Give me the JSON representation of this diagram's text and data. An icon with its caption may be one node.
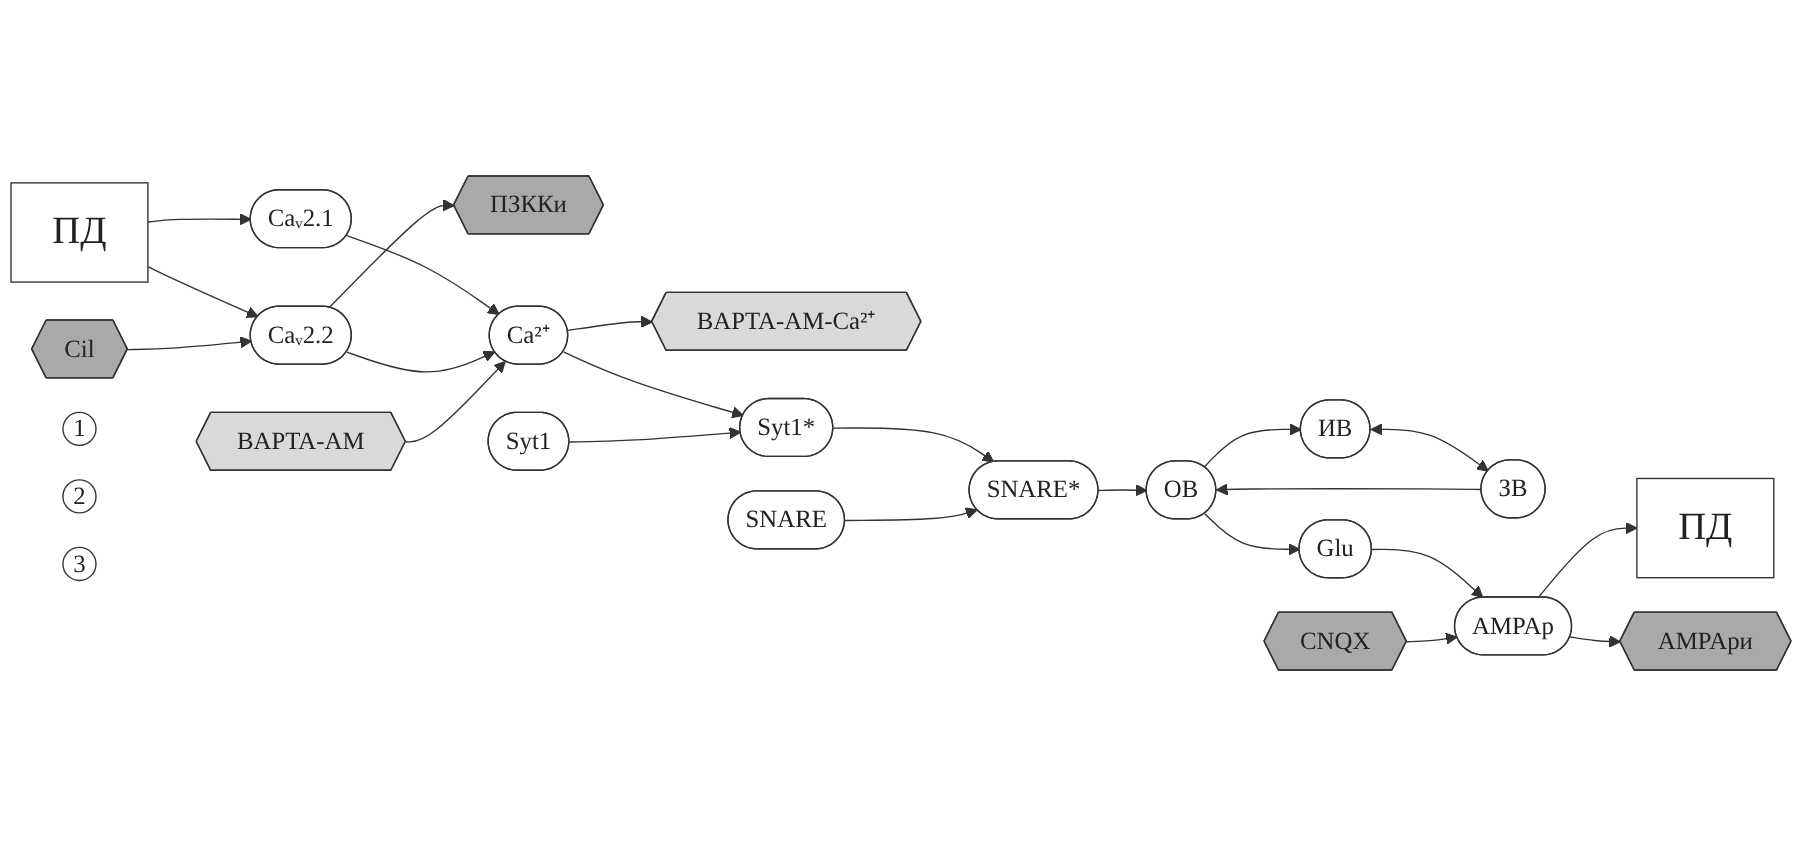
{
  "diagram": {
    "nodes": [
      {
        "text": [
          "ПД"
        ]
      },
      {
        "text": [
          "Caᵥ2.1"
        ]
      },
      {
        "text": [
          "Caᵥ2.2"
        ]
      },
      {
        "text": [
          "Cil"
        ]
      },
      {
        "text": [
          "ПЗККи"
        ]
      },
      {
        "text": [
          "1"
        ]
      },
      {
        "text": [
          "BAPTA-AM"
        ]
      },
      {
        "text": [
          "BAPTA-AM-Ca²⁺"
        ]
      },
      {
        "text": [
          "2"
        ]
      },
      {
        "text": [
          "Ca²⁺"
        ]
      },
      {
        "text": [
          "Syt1"
        ]
      },
      {
        "text": [
          "Syt1*"
        ]
      },
      {
        "text": [
          "SNARE"
        ]
      },
      {
        "text": [
          "SNARE*"
        ]
      },
      {
        "text": [
          "ЗВ"
        ]
      },
      {
        "text": [
          "ОВ"
        ]
      },
      {
        "text": [
          "ИВ"
        ]
      },
      {
        "text": [
          "Glu"
        ]
      },
      {
        "text": [
          "AMPAр"
        ]
      },
      {
        "text": [
          "AMPAри"
        ]
      },
      {
        "text": [
          "CNQX"
        ]
      },
      {
        "text": [
          "3"
        ]
      },
      {
        "text": [
          "ПД"
        ]
      }
    ],
    "edges": [
      {
        "from": 0,
        "to": 1,
        "arrow": "to"
      },
      {
        "from": 0,
        "to": 2,
        "arrow": "to"
      },
      {
        "from": 1,
        "to": 9,
        "arrow": "to"
      },
      {
        "from": 2,
        "to": 9,
        "arrow": "to"
      },
      {
        "from": 3,
        "to": 2,
        "arrow": "to"
      },
      {
        "from": 2,
        "to": 4,
        "arrow": "to"
      },
      {
        "from": 6,
        "to": 9,
        "arrow": "to"
      },
      {
        "from": 9,
        "to": 7,
        "arrow": "to"
      },
      {
        "from": 9,
        "to": 11,
        "arrow": "to"
      },
      {
        "from": 10,
        "to": 11,
        "arrow": "to"
      },
      {
        "from": 11,
        "to": 13,
        "arrow": "to"
      },
      {
        "from": 12,
        "to": 13,
        "arrow": "to"
      },
      {
        "from": 13,
        "to": 15,
        "arrow": "to"
      },
      {
        "from": 14,
        "to": 15,
        "arrow": "to"
      },
      {
        "from": 15,
        "to": 16,
        "arrow": "to"
      },
      {
        "from": 15,
        "to": 17,
        "arrow": "to"
      },
      {
        "from": 16,
        "to": 14,
        "arrow": "both"
      },
      {
        "from": 17,
        "to": 18,
        "arrow": "to"
      },
      {
        "from": 18,
        "to": 22,
        "arrow": "to"
      },
      {
        "from": 18,
        "to": 19,
        "arrow": "to"
      },
      {
        "from": 20,
        "to": 18,
        "arrow": "to"
      }
    ]
  }
}
